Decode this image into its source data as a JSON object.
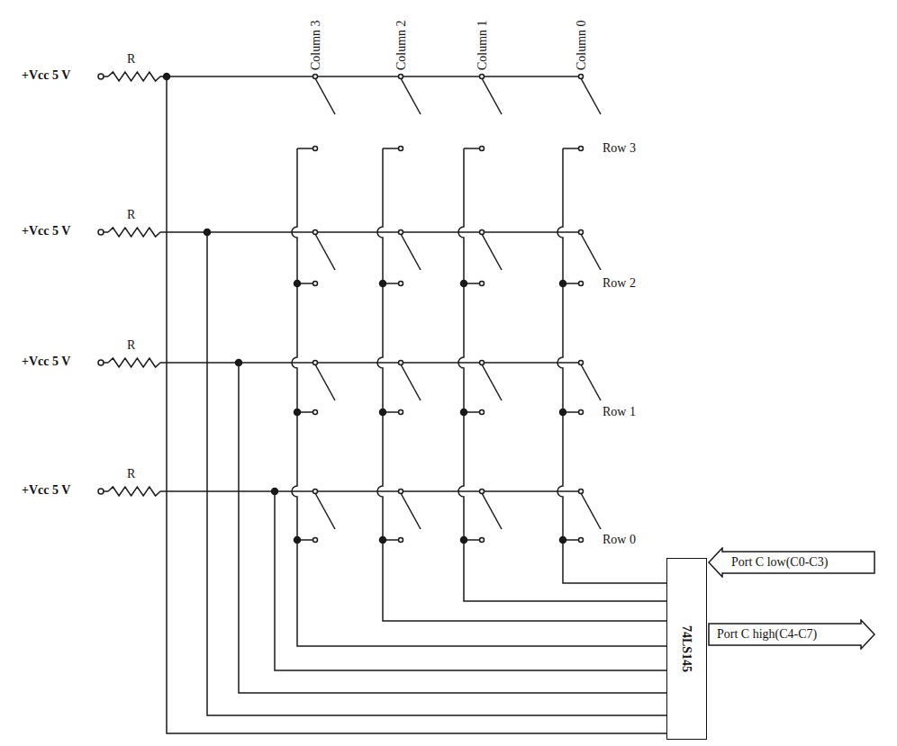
{
  "diagram": {
    "nodes": [
      {
        "text": [
          "Port C low(C0-C3)"
        ]
      },
      {
        "text": [
          "74LS145"
        ]
      },
      {
        "text": [
          "Port C high(C4-C7)"
        ]
      }
    ],
    "labels": [
      "Column 3",
      "Column 2",
      "Column 1",
      "Column 0",
      "+Vcc 5 V",
      "R",
      "Row 3",
      "+Vcc 5 V",
      "R",
      "Row 2",
      "+Vcc 5 V",
      "R",
      "Row 1",
      "+Vcc 5 V",
      "R",
      "Row 0"
    ]
  }
}
